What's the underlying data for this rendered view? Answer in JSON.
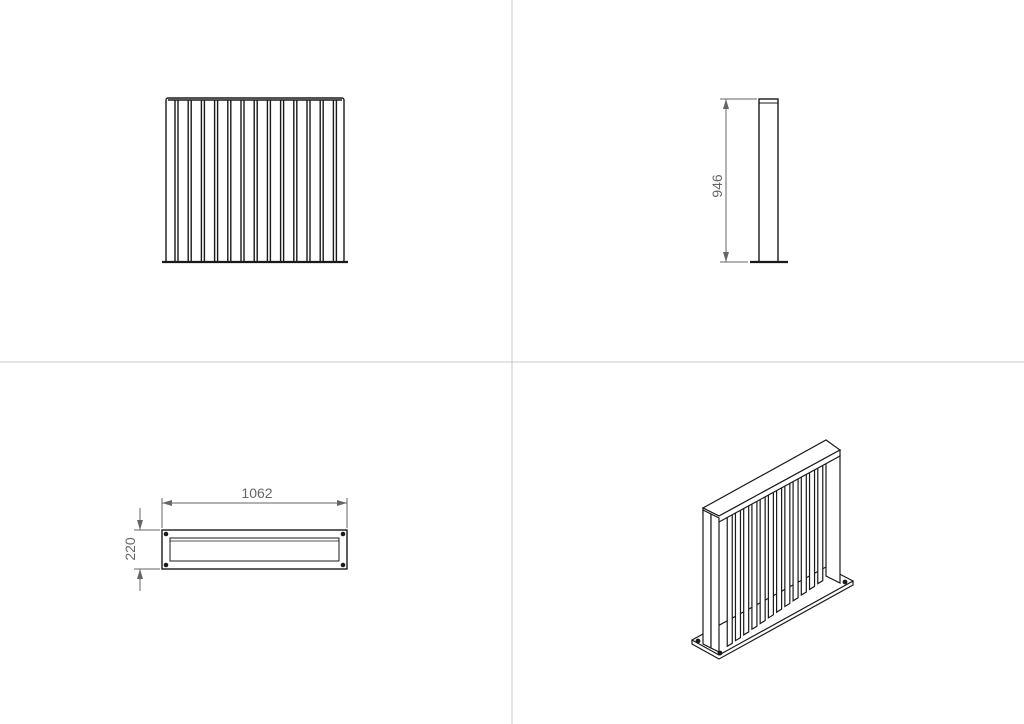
{
  "drawing": {
    "views": [
      {
        "id": "front",
        "label": ""
      },
      {
        "id": "side",
        "label": ""
      },
      {
        "id": "top",
        "label": ""
      },
      {
        "id": "isometric",
        "label": ""
      }
    ],
    "dimensions": {
      "height": "946",
      "width": "1062",
      "depth": "220"
    },
    "colors": {
      "line": "#1a1a1a",
      "dimension": "#666666",
      "divider": "#c8c8c8"
    }
  }
}
